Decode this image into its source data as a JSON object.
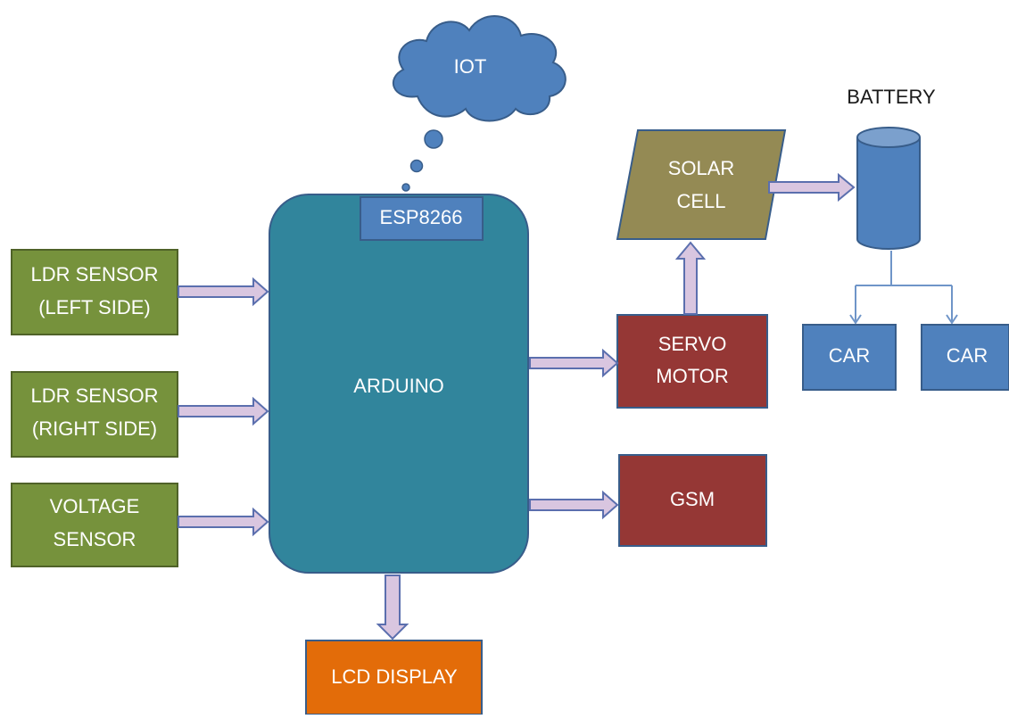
{
  "cloud": {
    "label": "IOT"
  },
  "wifi_module": {
    "label": "ESP8266"
  },
  "controller": {
    "label": "ARDUINO"
  },
  "inputs": [
    {
      "line1": "LDR SENSOR",
      "line2": "(LEFT SIDE)"
    },
    {
      "line1": "LDR SENSOR",
      "line2": "(RIGHT SIDE)"
    },
    {
      "line1": "VOLTAGE",
      "line2": "SENSOR"
    }
  ],
  "servo": {
    "line1": "SERVO",
    "line2": "MOTOR"
  },
  "gsm": {
    "label": "GSM"
  },
  "solar": {
    "line1": "SOLAR",
    "line2": "CELL"
  },
  "battery": {
    "label": "BATTERY"
  },
  "cars": [
    {
      "label": "CAR"
    },
    {
      "label": "CAR"
    }
  ],
  "lcd": {
    "label": "LCD DISPLAY"
  },
  "colors": {
    "sensor": "#76923c",
    "controller": "#31859c",
    "actuator": "#953735",
    "blue": "#4f81bd",
    "solar": "#948a54",
    "lcd": "#e36c09",
    "arrow": "#d9c6e0",
    "arrow_stroke": "#5b6fae"
  }
}
